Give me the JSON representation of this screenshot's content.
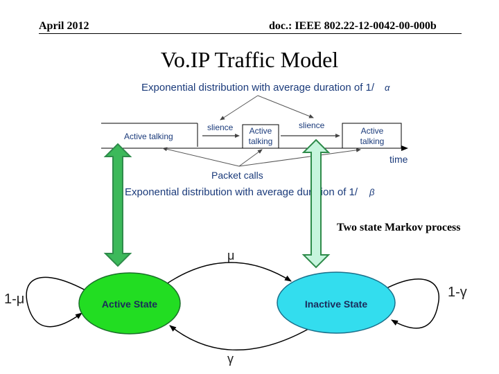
{
  "header": {
    "date": "April 2012",
    "doc_id": "doc.: IEEE 802.22-12-0042-00-000b"
  },
  "title": "Vo.IP Traffic Model",
  "timeline": {
    "top_caption": "Exponential distribution with average duration of 1/",
    "top_symbol": "α",
    "bottom_caption": "Exponential distribution with average duration of 1/",
    "bottom_symbol": "β",
    "active_talking": "Active talking",
    "silence_1": "slience",
    "silence_2": "slience",
    "active_2_line1": "Active",
    "active_2_line2": "talking",
    "active_3_line1": "Active",
    "active_3_line2": "talking",
    "packet_calls": "Packet calls",
    "time_label": "time"
  },
  "markov": {
    "label": "Two state Markov process",
    "active_state": "Active State",
    "inactive_state": "Inactive State",
    "mu": "μ",
    "gamma": "γ",
    "one_minus_mu": "1-μ",
    "one_minus_gamma": "1-γ"
  },
  "colors": {
    "active_state_fill": "#22dd22",
    "inactive_state_fill": "#33ddee",
    "arrow_dark_green_fill": "#3cb95a",
    "arrow_light_green_fill": "#c6f5dd",
    "arrow_stroke": "#2e8b4a",
    "diagram_text": "#1a3a7a"
  }
}
